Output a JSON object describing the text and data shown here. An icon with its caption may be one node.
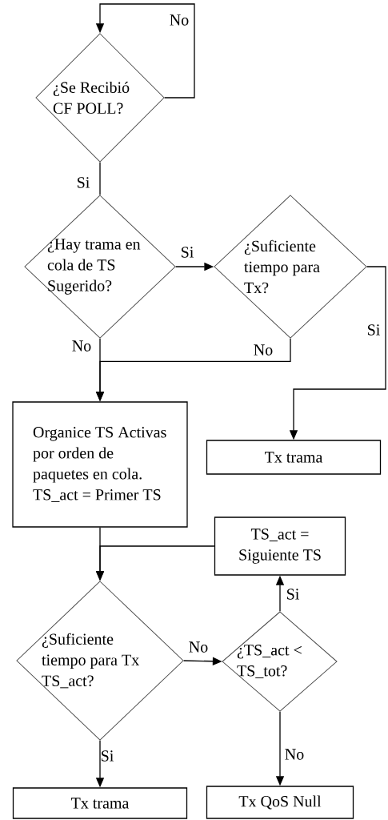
{
  "diagram": {
    "nodes": [
      {
        "text": [
          "¿Se Recibió CF POLL?"
        ]
      },
      {
        "text": [
          "¿Hay trama en cola de TS Sugerido?"
        ]
      },
      {
        "text": [
          "¿Suficiente tiempo para Tx?"
        ]
      },
      {
        "text": [
          "Organice TS Activas por orden de paquetes en cola. TS_act = Primer TS"
        ]
      },
      {
        "text": [
          "Tx trama"
        ]
      },
      {
        "text": [
          "TS_act = Siguiente TS"
        ]
      },
      {
        "text": [
          "¿Suficiente tiempo para Tx TS_act?"
        ]
      },
      {
        "text": [
          "¿TS_act < TS_tot?"
        ]
      },
      {
        "text": [
          "Tx trama"
        ]
      },
      {
        "text": [
          "Tx QoS Null"
        ]
      }
    ],
    "edges": [
      {
        "from": 0,
        "to": 0,
        "arrow": "to",
        "label": "No"
      },
      {
        "from": 0,
        "to": 1,
        "arrow": "none",
        "label": "Si"
      },
      {
        "from": 1,
        "to": 2,
        "arrow": "to",
        "label": "Si"
      },
      {
        "from": 2,
        "to": 4,
        "arrow": "to",
        "label": "Si"
      },
      {
        "from": 1,
        "to": 3,
        "arrow": "to",
        "label": "No"
      },
      {
        "from": 2,
        "to": 3,
        "arrow": "to",
        "label": "No"
      },
      {
        "from": 3,
        "to": 6,
        "arrow": "to"
      },
      {
        "from": 5,
        "to": 6,
        "arrow": "to"
      },
      {
        "from": 6,
        "to": 7,
        "arrow": "to",
        "label": "No"
      },
      {
        "from": 7,
        "to": 5,
        "arrow": "to",
        "label": "Si"
      },
      {
        "from": 6,
        "to": 8,
        "arrow": "to",
        "label": "Si"
      },
      {
        "from": 7,
        "to": 9,
        "arrow": "to",
        "label": "No"
      }
    ]
  }
}
